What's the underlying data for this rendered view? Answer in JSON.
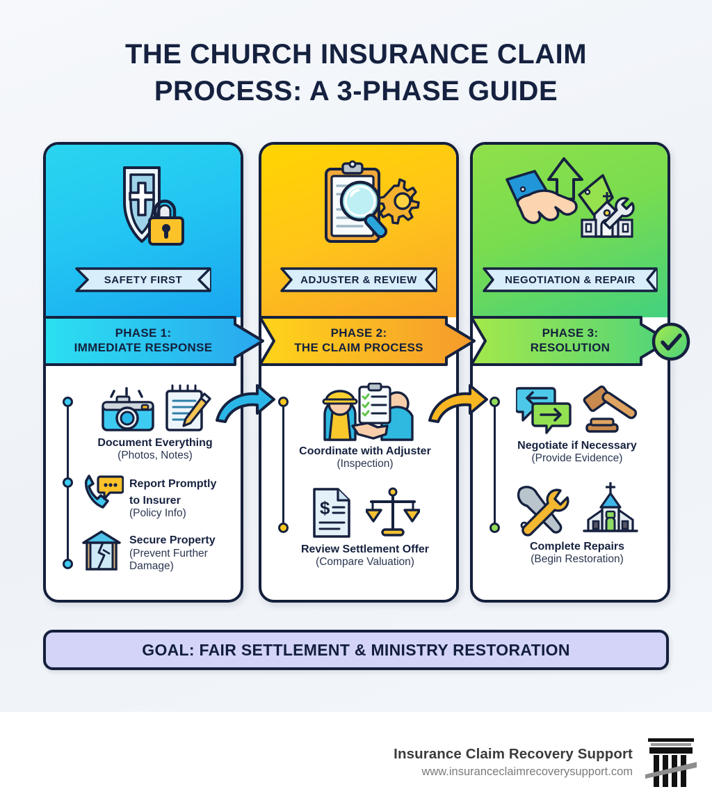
{
  "title": {
    "line1": "THE CHURCH INSURANCE CLAIM",
    "line2": "PROCESS: A 3-PHASE GUIDE"
  },
  "colors": {
    "ink": "#16213f",
    "phase1": "#22c7f2",
    "phase2": "#ffc41a",
    "phase3": "#79dc4f",
    "goal_bg": "#d3d4f7",
    "page_bg": "#f1f4f8"
  },
  "phases": [
    {
      "id": "phase-1",
      "badge_label": "SAFETY FIRST",
      "phase_line1": "PHASE 1:",
      "phase_line2": "IMMEDIATE RESPONSE",
      "header_icons": [
        "shield-cross-icon",
        "padlock-icon"
      ],
      "steps": [
        {
          "title": "Document Everything",
          "sub": "(Photos, Notes)",
          "icons": [
            "camera-icon",
            "notepad-pencil-icon"
          ]
        },
        {
          "title": "Report Promptly to Insurer",
          "title_line1": "Report Promptly",
          "title_line2": "to Insurer",
          "sub": "(Policy Info)",
          "icons": [
            "phone-chat-icon"
          ]
        },
        {
          "title": "Secure Property",
          "sub": "(Prevent Further Damage)",
          "sub_line1": "(Prevent Further",
          "sub_line2": "Damage)",
          "icons": [
            "broken-window-icon"
          ]
        }
      ]
    },
    {
      "id": "phase-2",
      "badge_label": "ADJUSTER & REVIEW",
      "phase_line1": "PHASE 2:",
      "phase_line2": "THE CLAIM PROCESS",
      "header_icons": [
        "clipboard-icon",
        "magnifier-icon",
        "gear-icon"
      ],
      "steps": [
        {
          "title": "Coordinate with Adjuster",
          "sub": "(Inspection)",
          "icons": [
            "handshake-inspector-icon",
            "checklist-clipboard-icon"
          ]
        },
        {
          "title": "Review Settlement Offer",
          "sub": "(Compare Valuation)",
          "icons": [
            "dollar-document-icon",
            "scales-icon"
          ]
        }
      ]
    },
    {
      "id": "phase-3",
      "badge_label": "NEGOTIATION & REPAIR",
      "phase_line1": "PHASE 3:",
      "phase_line2": "RESOLUTION",
      "header_icons": [
        "handshake-arrow-icon",
        "church-wrench-icon"
      ],
      "steps": [
        {
          "title": "Negotiate if Necessary",
          "sub": "(Provide Evidence)",
          "icons": [
            "chat-bubbles-icon",
            "gavel-icon"
          ]
        },
        {
          "title": "Complete Repairs",
          "sub": "(Begin Restoration)",
          "icons": [
            "hammer-wrench-icon",
            "church-icon"
          ]
        }
      ]
    }
  ],
  "completion_badge": "check-circle-icon",
  "goal": {
    "label": "GOAL: FAIR SETTLEMENT & MINISTRY RESTORATION"
  },
  "footer": {
    "brand": "Insurance Claim Recovery Support",
    "url": "www.insuranceclaimrecoverysupport.com",
    "logo": "column-pillar-logo"
  }
}
